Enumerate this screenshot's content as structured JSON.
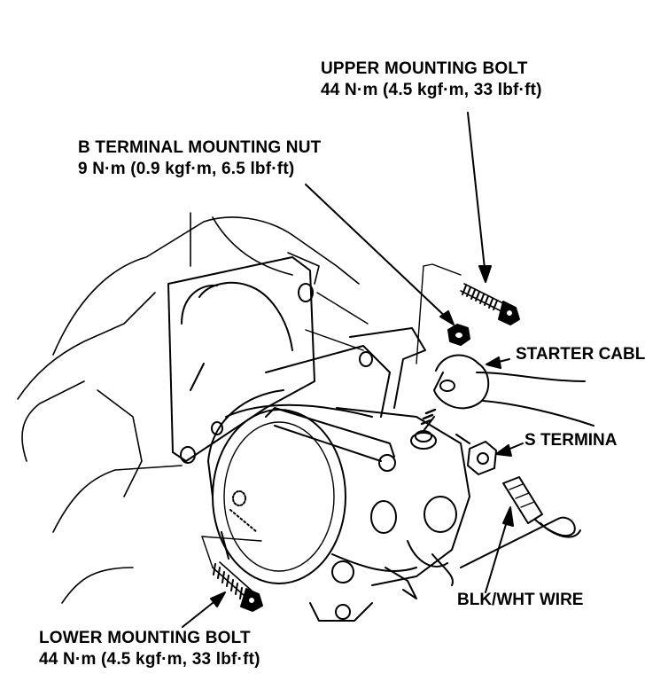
{
  "callouts": {
    "upper_bolt": {
      "name": "UPPER MOUNTING BOLT",
      "torque": "44 N·m (4.5 kgf·m, 33 lbf·ft)"
    },
    "b_terminal_nut": {
      "name": "B TERMINAL MOUNTING NUT",
      "torque": "9 N·m (0.9 kgf·m, 6.5 lbf·ft)"
    },
    "lower_bolt": {
      "name": "LOWER MOUNTING BOLT",
      "torque": "44 N·m (4.5 kgf·m, 33 lbf·ft)"
    },
    "starter_cable": "STARTER CABL",
    "s_terminal": "S TERMINA",
    "blk_wht_wire": "BLK/WHT WIRE"
  },
  "colors": {
    "ink": "#000000",
    "paper": "#ffffff"
  }
}
